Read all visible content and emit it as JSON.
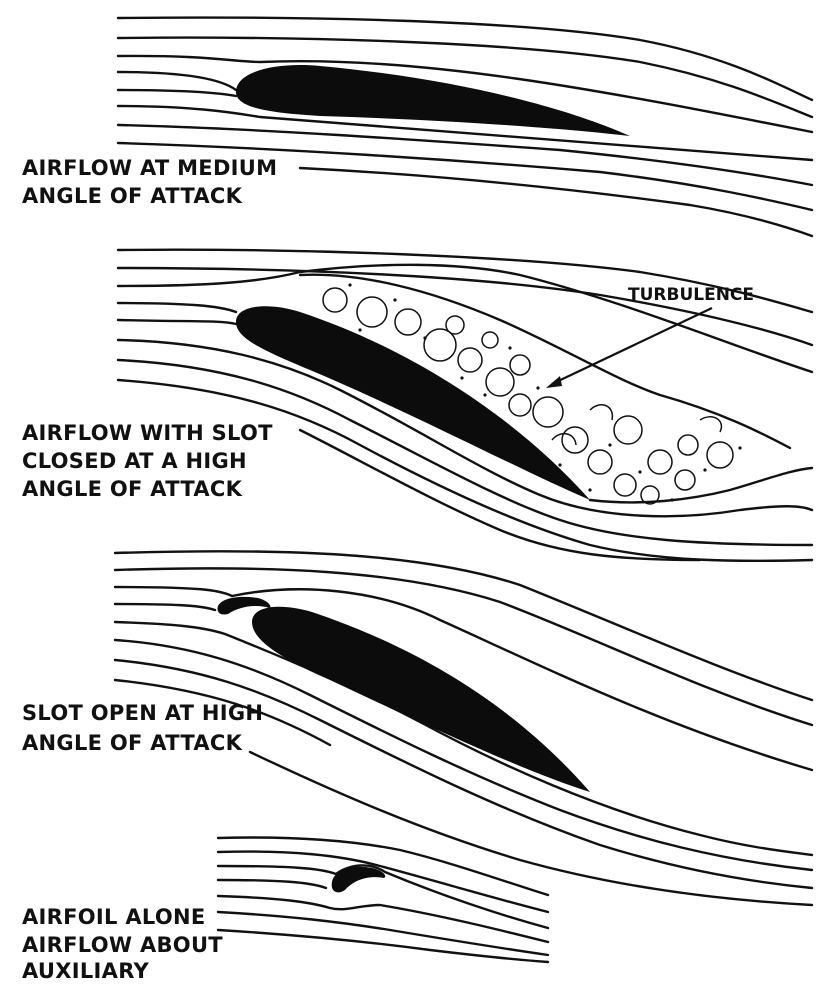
{
  "panels": [
    {
      "caption_lines": [
        "AIRFLOW AT MEDIUM",
        "ANGLE OF ATTACK"
      ]
    },
    {
      "caption_lines": [
        "AIRFLOW WITH SLOT",
        "CLOSED AT A HIGH",
        "ANGLE OF ATTACK"
      ]
    },
    {
      "caption_lines": [
        "SLOT OPEN AT HIGH",
        "ANGLE OF ATTACK"
      ]
    },
    {
      "caption_lines": [
        "AIRFOIL ALONE",
        "AIRFLOW ABOUT",
        "AUXILIARY"
      ]
    }
  ],
  "callouts": {
    "turbulence": "TURBULENCE"
  },
  "colors": {
    "ink": "#111111",
    "background": "#ffffff"
  }
}
